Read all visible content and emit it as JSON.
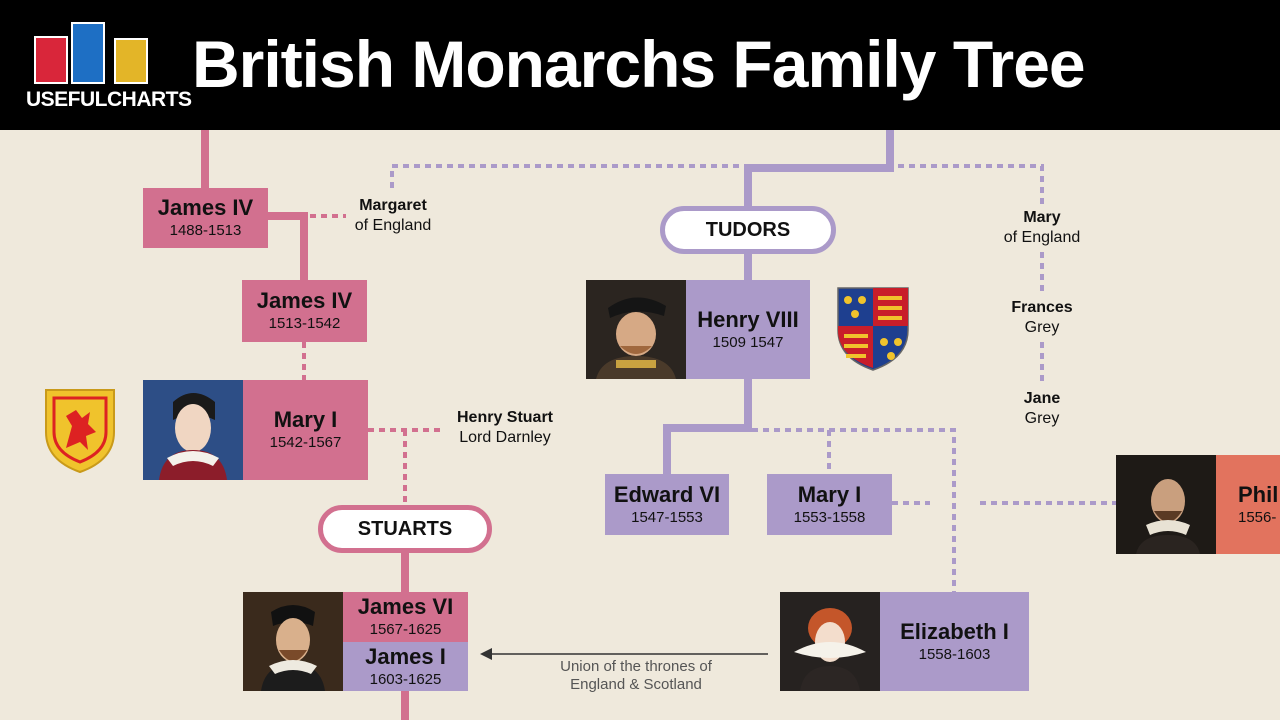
{
  "header": {
    "brand": "USEFULCHARTS",
    "title": "British Monarchs Family Tree"
  },
  "houses": {
    "tudors": "TUDORS",
    "stuarts": "STUARTS"
  },
  "monarchs": {
    "james_iv": {
      "name": "James IV",
      "years": "1488-1513"
    },
    "james_v": {
      "name": "James IV",
      "years": "1513-1542"
    },
    "mary_qos": {
      "name": "Mary I",
      "years": "1542-1567"
    },
    "henry_viii": {
      "name": "Henry VIII",
      "years": "1509 1547"
    },
    "edward_vi": {
      "name": "Edward VI",
      "years": "1547-1553"
    },
    "mary_i": {
      "name": "Mary I",
      "years": "1553-1558"
    },
    "elizabeth_i": {
      "name": "Elizabeth I",
      "years": "1558-1603"
    },
    "james_vi": {
      "name": "James VI",
      "years": "1567-1625"
    },
    "james_i": {
      "name": "James I",
      "years": "1603-1625"
    },
    "philip": {
      "name": "Phil",
      "years": "1556-"
    }
  },
  "spouses": {
    "margaret": {
      "line1": "Margaret",
      "line2": "of England"
    },
    "darnley": {
      "line1": "Henry Stuart",
      "line2": "Lord Darnley"
    },
    "mary_england": {
      "line1": "Mary",
      "line2": "of England"
    },
    "frances": {
      "line1": "Frances",
      "line2": "Grey"
    },
    "jane": {
      "line1": "Jane",
      "line2": "Grey"
    }
  },
  "union_note": {
    "line1": "Union of the thrones of",
    "line2": "England & Scotland"
  },
  "colors": {
    "scotland": "#d2708f",
    "england": "#ab9ac9",
    "spain": "#e2735e",
    "background": "#efe9dc"
  },
  "icons": [
    "scotland-coat-of-arms-icon",
    "tudor-royal-arms-icon"
  ]
}
